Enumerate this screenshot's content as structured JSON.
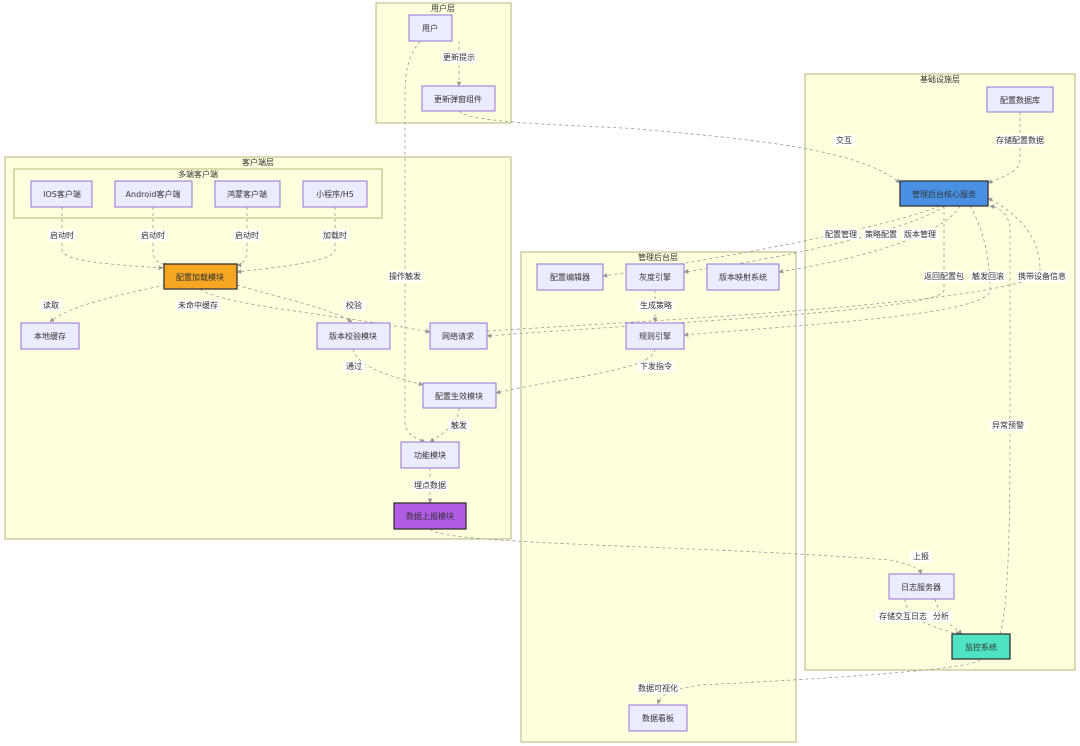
{
  "diagram": {
    "clusters": {
      "user_layer": "用户层",
      "infra_layer": "基础设施层",
      "client_layer": "客户端层",
      "multi_client": "多端客户端",
      "admin_layer": "管理后台层"
    },
    "nodes": {
      "user": "用户",
      "update_popup": "更新弹窗组件",
      "config_db": "配置数据库",
      "admin_core": "管理后台核心服务",
      "ios": "IOS客户端",
      "android": "Android客户端",
      "harmony": "鸿蒙客户端",
      "miniapp": "小程序/H5",
      "config_loader": "配置加载模块",
      "local_cache": "本地缓存",
      "version_check": "版本校验模块",
      "network": "网络请求",
      "config_apply": "配置生效模块",
      "function_module": "功能模块",
      "data_report": "数据上报模块",
      "config_editor": "配置编辑器",
      "gray_engine": "灰度引擎",
      "version_map": "版本映射系统",
      "rule_engine": "规则引擎",
      "log_server": "日志服务器",
      "monitor": "监控系统",
      "dashboard": "数据看板"
    },
    "edge_labels": {
      "update_hint": "更新提示",
      "interact": "交互",
      "store_config": "存储配置数据",
      "ios_start": "启动时",
      "android_start": "启动时",
      "harmony_start": "启动时",
      "mini_load": "加载时",
      "op_trigger": "操作触发",
      "config_manage": "配置管理",
      "strategy_config": "策略配置",
      "version_manage": "版本管理",
      "return_package": "返回配置包",
      "trigger_rollback": "触发回滚",
      "carry_device": "携带设备信息",
      "read": "读取",
      "cache_miss": "未命中缓存",
      "verify": "校验",
      "gen_strategy": "生成策略",
      "pass": "通过",
      "issue_cmd": "下发指令",
      "trigger": "触发",
      "track_data": "埋点数据",
      "alert": "异常预警",
      "report": "上报",
      "store_log": "存储交互日志",
      "analyze": "分析",
      "visualize": "数据可视化"
    }
  },
  "colors": {
    "cluster_fill": "#ffffde",
    "cluster_stroke": "#b5b57a",
    "node_fill": "#ececff",
    "node_stroke": "#9370db",
    "config_loader_fill": "#f5a623",
    "admin_core_fill": "#4a90e2",
    "data_report_fill": "#b05ce6",
    "monitor_fill": "#50e3c2"
  }
}
